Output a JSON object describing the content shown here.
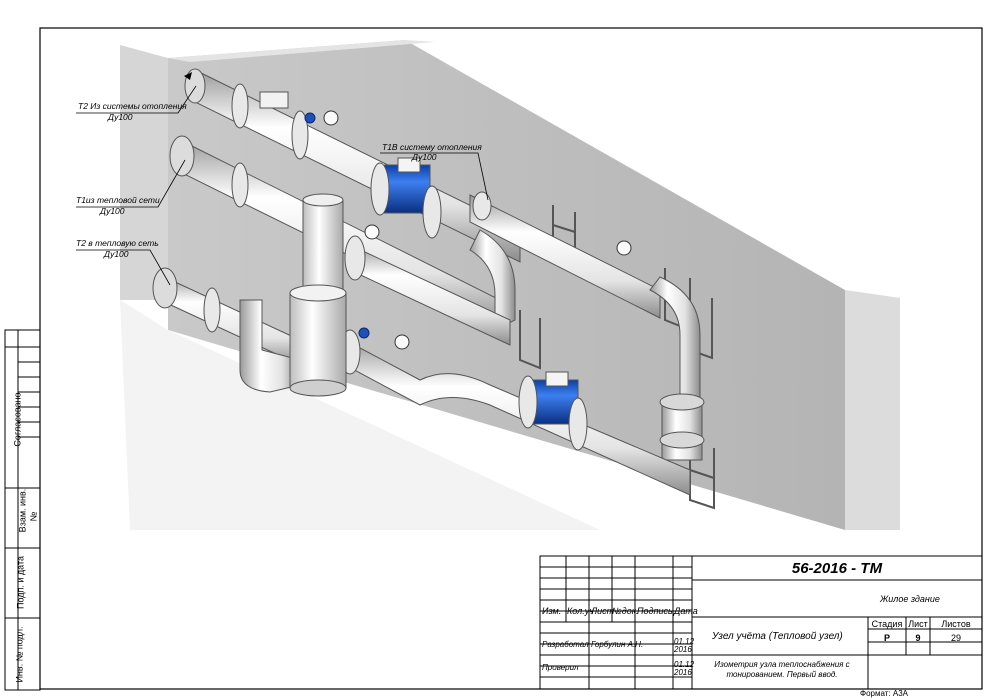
{
  "drawing": {
    "callouts": [
      {
        "line1": "Т2 Из системы отопления",
        "line2": "Ду100"
      },
      {
        "line1": "Т1из тепловой сети",
        "line2": "Ду100"
      },
      {
        "line1": "Т2 в тепловую сеть",
        "line2": "Ду100"
      },
      {
        "line1": "Т1В систему отопления",
        "line2": "Ду100"
      }
    ]
  },
  "left_strip": {
    "soglasovano": "Согласовано",
    "vzam_inv": "Взам. инв.",
    "nomer": "№",
    "podp_data": "Подп. и дата",
    "inv_podl": "Инв. № подл."
  },
  "title_block": {
    "doc_code": "56-2016 - ТМ",
    "object_name": "Жилое здание",
    "col_headers": [
      "Изм.",
      "Кол.уч",
      "Лист",
      "№док.",
      "Подпись",
      "Дата"
    ],
    "roles": [
      {
        "role": "Разработал",
        "name": "Горбулин А.Н.",
        "date": "01.12 2016"
      },
      {
        "role": "Проверил",
        "name": "",
        "date": "01.12 2016"
      }
    ],
    "title": "Узел учёта (Тепловой узел)",
    "sheet_title": "Изометрия узла теплоснабжения с тонированием. Первый ввод.",
    "stage_label": "Стадия",
    "sheet_label": "Лист",
    "sheets_label": "Листов",
    "stage": "Р",
    "sheet": "9",
    "sheets": "29",
    "format": "Формат: А3А"
  }
}
